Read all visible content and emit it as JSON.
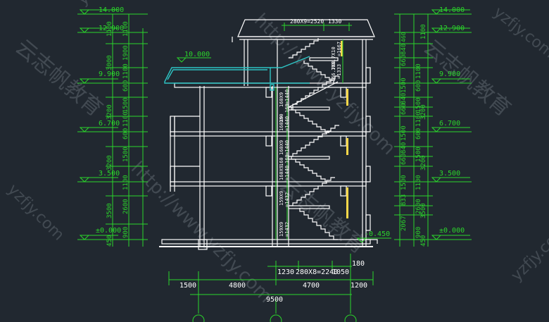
{
  "colors": {
    "background": "#212830",
    "structure": "#ffffff",
    "dimension": "#2bd62b",
    "accent": "#2ec4c4",
    "leader": "#ffd84a",
    "watermark": "#4e565e"
  },
  "elevations_left": [
    "14.000",
    "12.900",
    "10.000",
    "9.900",
    "6.700",
    "3.500",
    "±0.000"
  ],
  "elevations_right": [
    "14.000",
    "12.900",
    "9.900",
    "6.700",
    "3.500",
    "±0.000",
    "-0.450"
  ],
  "left_chain_outer": [
    "450",
    "3500",
    "3200",
    "3200",
    "3000",
    "1100"
  ],
  "left_chain_inner": [
    "900",
    "2600",
    "1100",
    "1500",
    "600",
    "1100",
    "1500",
    "600",
    "1100",
    "1900"
  ],
  "right_chain_outer": [
    "450",
    "3500",
    "3200",
    "3200",
    "1100"
  ],
  "right_chain_inner": [
    "900",
    "2600",
    "1100",
    "1500",
    "600",
    "1100",
    "1500",
    "600",
    "1100"
  ],
  "right_chain_stair": [
    "2067",
    "833",
    "1500",
    "660",
    "840",
    "1500",
    "660",
    "840",
    "1500",
    "660",
    "840",
    "460"
  ],
  "stair_labels": {
    "top": "280X9=2520",
    "top_right": "1330",
    "upper_a": "166.7X10",
    "upper_b": "=1667",
    "upper_c": "166.7X8",
    "upper_d": "=1333"
  },
  "flight_labels": [
    {
      "a": "160X9",
      "b": "=1440",
      "c": "160"
    },
    {
      "a": "160X9",
      "b": "=1440",
      "c": "160"
    },
    {
      "a": "160X9",
      "b": "=1440",
      "c": "160"
    },
    {
      "a": "160X9",
      "b": "=1440",
      "c": "160"
    }
  ],
  "ground_flight_labels": {
    "a": "159X9",
    "b": "=1432",
    "c": "159X9",
    "d": "=1432"
  },
  "bottom_dims_top": [
    "1230",
    "280X8=2240",
    "1050"
  ],
  "bottom_dim_small": "180",
  "bottom_dims_mid": [
    "1500",
    "4800",
    "4700",
    "1200"
  ],
  "bottom_total": "9500",
  "watermarks": [
    "yzfjy.com",
    "云志帆教育",
    "http://www.yzfjy.com"
  ]
}
